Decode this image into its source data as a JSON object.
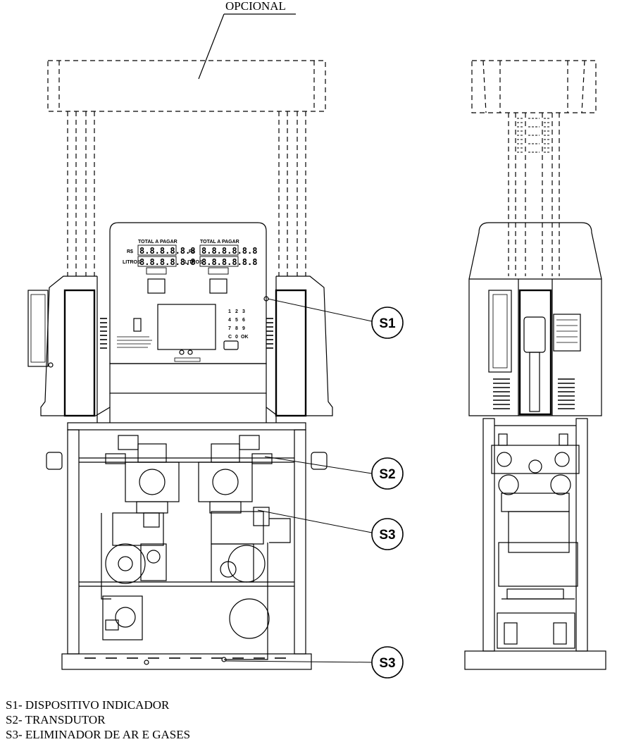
{
  "optional_label": "OPCIONAL",
  "display": {
    "total_label": "TOTAL A PAGAR",
    "currency_label": "R$",
    "liters_label": "LITROS",
    "amount_digits": "8.8.8.8.8.8",
    "liters_digits": "8.8.8.8.8.8"
  },
  "keypad": [
    "1",
    "2",
    "3",
    "4",
    "5",
    "6",
    "7",
    "8",
    "9",
    "C",
    "0",
    "OK"
  ],
  "callouts": [
    {
      "id": "S1"
    },
    {
      "id": "S2"
    },
    {
      "id": "S3"
    },
    {
      "id": "S3"
    }
  ],
  "legend": [
    "S1- DISPOSITIVO INDICADOR",
    "S2- TRANSDUTOR",
    "S3- ELIMINADOR DE AR E GASES"
  ]
}
